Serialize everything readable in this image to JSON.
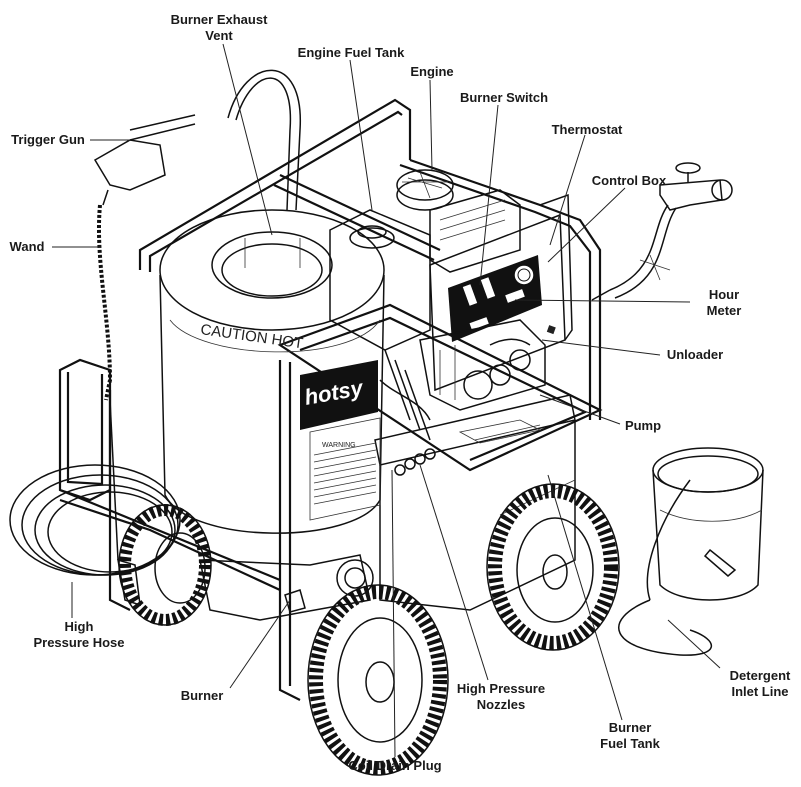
{
  "labels": {
    "burner_exhaust_vent": [
      "Burner Exhaust",
      "Vent"
    ],
    "engine_fuel_tank": "Engine Fuel Tank",
    "engine": "Engine",
    "burner_switch": "Burner Switch",
    "thermostat": "Thermostat",
    "control_box": "Control Box",
    "trigger_gun": "Trigger Gun",
    "wand": "Wand",
    "hour_meter": [
      "Hour",
      "Meter"
    ],
    "unloader": "Unloader",
    "pump": "Pump",
    "high_pressure_hose": [
      "High",
      "Pressure Hose"
    ],
    "burner": "Burner",
    "high_pressure_nozzles": [
      "High Pressure",
      "Nozzles"
    ],
    "detergent_inlet_line": [
      "Detergent",
      "Inlet Line"
    ],
    "burner_fuel_tank": [
      "Burner",
      "Fuel Tank"
    ],
    "coil_drain_plug": "Coil Drain Plug"
  },
  "tank": {
    "caution_text": "CAUTION HOT",
    "brand": "hotsy",
    "warning_text": "WARNING"
  }
}
